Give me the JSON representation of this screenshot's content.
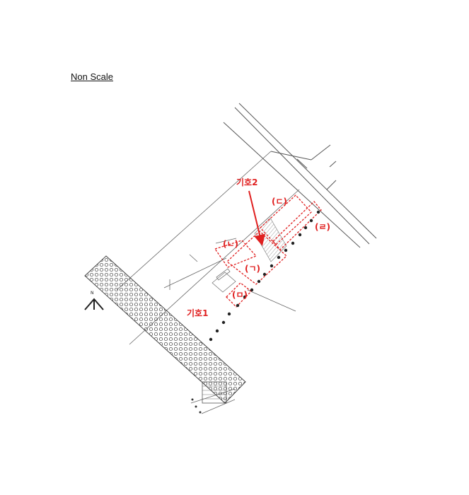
{
  "scale_note": "Non Scale",
  "markers": {
    "key1": "기호1",
    "key2": "기호2",
    "parcel_ga": "(ㄱ)",
    "parcel_na": "(ㄴ)",
    "parcel_da": "(ㄷ)",
    "parcel_ra": "(ㄹ)",
    "parcel_ma": "(ㅁ)"
  },
  "north_label": "N",
  "colors": {
    "accent": "#e02020",
    "line": "#555555",
    "ink": "#111111"
  },
  "icons": {
    "north_arrow": "north-arrow-icon",
    "key_arrow": "arrow-icon"
  }
}
